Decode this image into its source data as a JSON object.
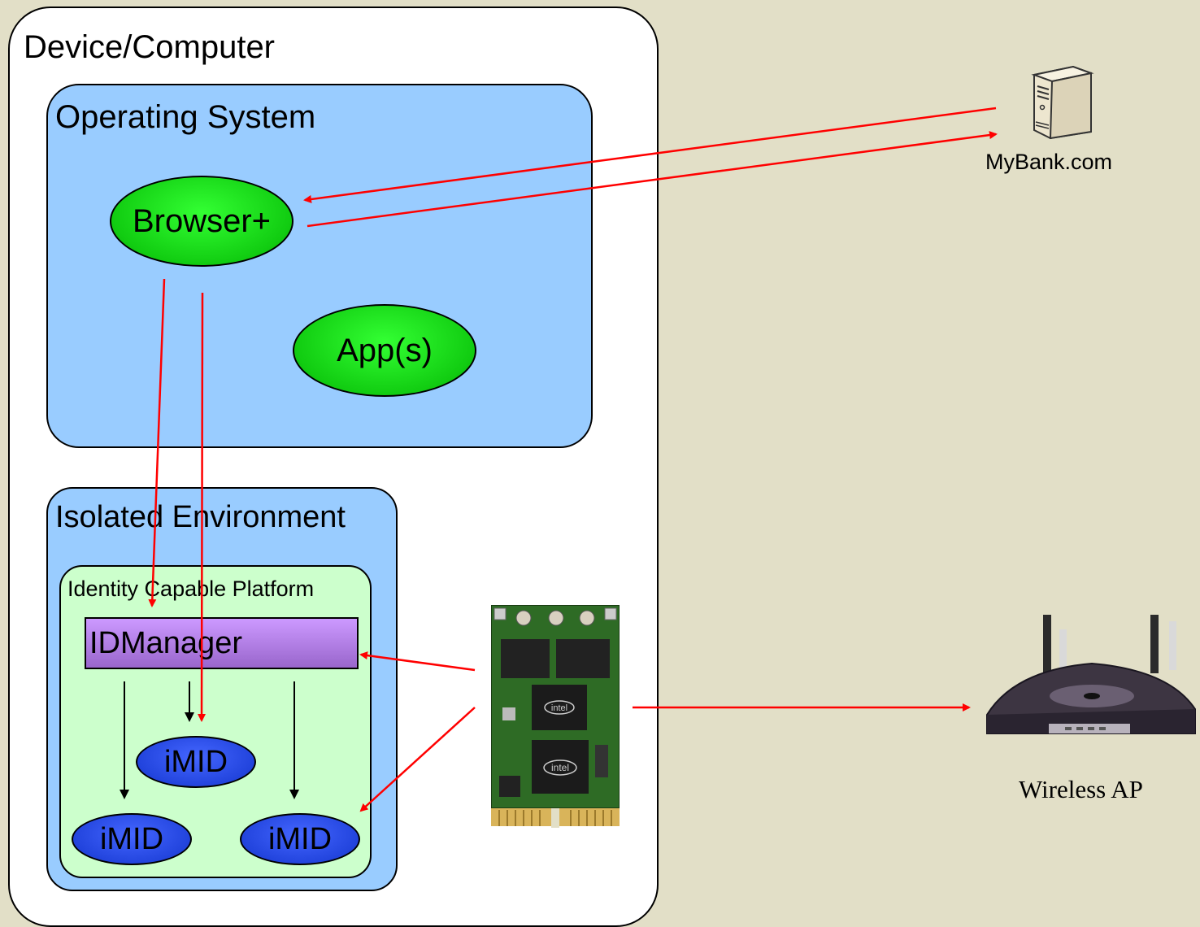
{
  "device": {
    "label": "Device/Computer"
  },
  "os": {
    "label": "Operating System",
    "browser": "Browser+",
    "apps": "App(s)"
  },
  "isolated": {
    "label": "Isolated Environment",
    "platform": {
      "label": "Identity Capable Platform",
      "manager": "IDManager",
      "imids": [
        "iMID",
        "iMID",
        "iMID"
      ]
    }
  },
  "server": {
    "label": "MyBank.com",
    "icon": "server-tower-icon"
  },
  "card": {
    "icon": "wireless-card-icon"
  },
  "router": {
    "label": "Wireless AP",
    "icon": "wireless-router-icon"
  },
  "colors": {
    "background": "#e2dfc7",
    "os_fill": "#99ccff",
    "platform_fill": "#ccffcc",
    "app_fill": "#11cc11",
    "imid_fill": "#2244dd",
    "manager_fill": "#cc99ff",
    "flow_arrow": "#ff0000"
  }
}
